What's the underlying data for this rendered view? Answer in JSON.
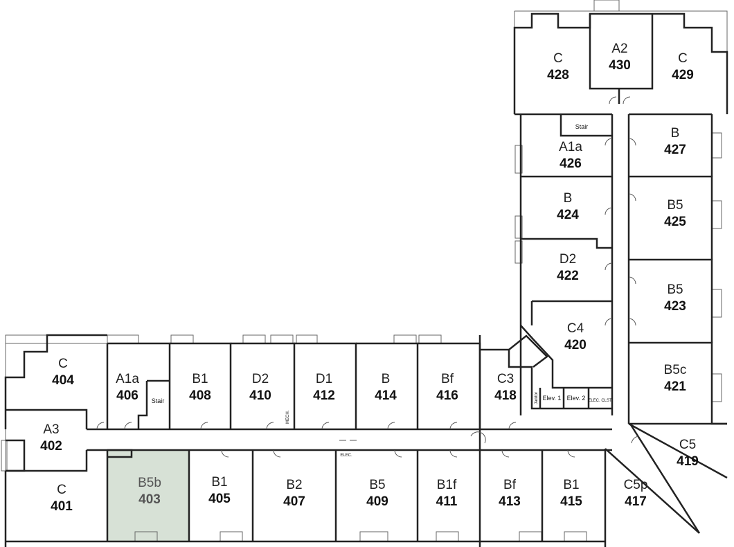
{
  "highlight_color": "#d7e1d6",
  "rooms": [
    {
      "id": "428",
      "type": "C",
      "num": "428"
    },
    {
      "id": "430",
      "type": "A2",
      "num": "430"
    },
    {
      "id": "429",
      "type": "C",
      "num": "429"
    },
    {
      "id": "426",
      "type": "A1a",
      "num": "426"
    },
    {
      "id": "427",
      "type": "B",
      "num": "427"
    },
    {
      "id": "424",
      "type": "B",
      "num": "424"
    },
    {
      "id": "425",
      "type": "B5",
      "num": "425"
    },
    {
      "id": "422",
      "type": "D2",
      "num": "422"
    },
    {
      "id": "423",
      "type": "B5",
      "num": "423"
    },
    {
      "id": "420",
      "type": "C4",
      "num": "420"
    },
    {
      "id": "421",
      "type": "B5c",
      "num": "421"
    },
    {
      "id": "419",
      "type": "C5",
      "num": "419"
    },
    {
      "id": "404",
      "type": "C",
      "num": "404"
    },
    {
      "id": "406",
      "type": "A1a",
      "num": "406"
    },
    {
      "id": "408",
      "type": "B1",
      "num": "408"
    },
    {
      "id": "410",
      "type": "D2",
      "num": "410"
    },
    {
      "id": "412",
      "type": "D1",
      "num": "412"
    },
    {
      "id": "414",
      "type": "B",
      "num": "414"
    },
    {
      "id": "416",
      "type": "Bf",
      "num": "416"
    },
    {
      "id": "418",
      "type": "C3",
      "num": "418"
    },
    {
      "id": "402",
      "type": "A3",
      "num": "402"
    },
    {
      "id": "401",
      "type": "C",
      "num": "401"
    },
    {
      "id": "403",
      "type": "B5b",
      "num": "403",
      "highlighted": true
    },
    {
      "id": "405",
      "type": "B1",
      "num": "405"
    },
    {
      "id": "407",
      "type": "B2",
      "num": "407"
    },
    {
      "id": "409",
      "type": "B5",
      "num": "409"
    },
    {
      "id": "411",
      "type": "B1f",
      "num": "411"
    },
    {
      "id": "413",
      "type": "Bf",
      "num": "413"
    },
    {
      "id": "415",
      "type": "B1",
      "num": "415"
    },
    {
      "id": "417",
      "type": "C5p",
      "num": "417"
    }
  ],
  "labels": {
    "stair_top": "Stair",
    "stair_left": "Stair",
    "elev1": "Elev. 1",
    "elev2": "Elev. 2",
    "elec_clst": "ELEC. CLST.",
    "elec": "ELEC.",
    "mech": "MECH.",
    "janitor": "Janitor"
  }
}
